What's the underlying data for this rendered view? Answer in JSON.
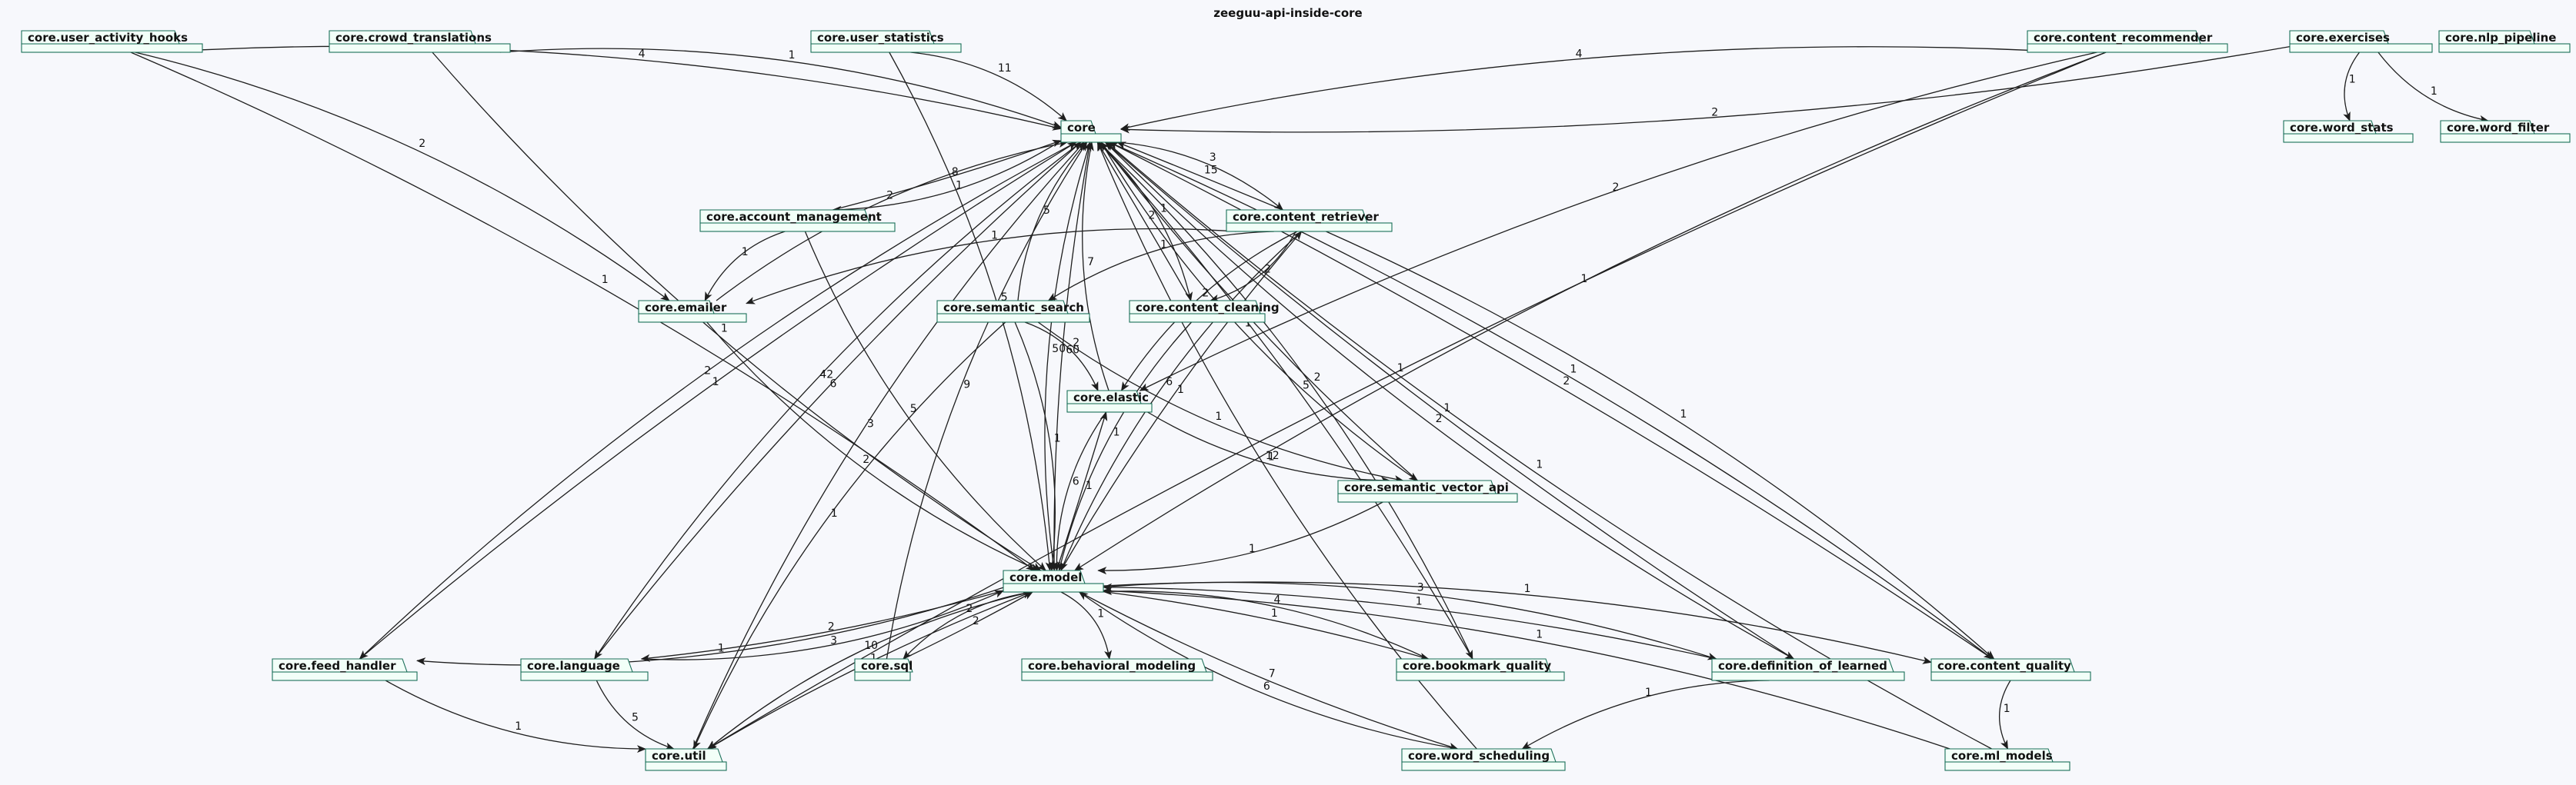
{
  "title": "zeeguu-api-inside-core",
  "packages": [
    {
      "id": "user_activity_hooks",
      "label": "core.user_activity_hooks"
    },
    {
      "id": "crowd_translations",
      "label": "core.crowd_translations"
    },
    {
      "id": "user_statistics",
      "label": "core.user_statistics"
    },
    {
      "id": "content_recommender",
      "label": "core.content_recommender"
    },
    {
      "id": "exercises",
      "label": "core.exercises"
    },
    {
      "id": "nlp_pipeline",
      "label": "core.nlp_pipeline"
    },
    {
      "id": "word_stats",
      "label": "core.word_stats"
    },
    {
      "id": "word_filter",
      "label": "core.word_filter"
    },
    {
      "id": "core",
      "label": "core"
    },
    {
      "id": "account_management",
      "label": "core.account_management"
    },
    {
      "id": "content_retriever",
      "label": "core.content_retriever"
    },
    {
      "id": "emailer",
      "label": "core.emailer"
    },
    {
      "id": "semantic_search",
      "label": "core.semantic_search"
    },
    {
      "id": "content_cleaning",
      "label": "core.content_cleaning"
    },
    {
      "id": "elastic",
      "label": "core.elastic"
    },
    {
      "id": "semantic_vector_api",
      "label": "core.semantic_vector_api"
    },
    {
      "id": "model",
      "label": "core.model"
    },
    {
      "id": "feed_handler",
      "label": "core.feed_handler"
    },
    {
      "id": "language",
      "label": "core.language"
    },
    {
      "id": "sql",
      "label": "core.sql"
    },
    {
      "id": "behavioral_modeling",
      "label": "core.behavioral_modeling"
    },
    {
      "id": "bookmark_quality",
      "label": "core.bookmark_quality"
    },
    {
      "id": "definition_of_learned",
      "label": "core.definition_of_learned"
    },
    {
      "id": "content_quality",
      "label": "core.content_quality"
    },
    {
      "id": "util",
      "label": "core.util"
    },
    {
      "id": "word_scheduling",
      "label": "core.word_scheduling"
    },
    {
      "id": "ml_models",
      "label": "core.ml_models"
    }
  ],
  "edges": [
    {
      "from": "user_activity_hooks",
      "to": "core",
      "label": "4"
    },
    {
      "from": "user_activity_hooks",
      "to": "emailer",
      "label": "2"
    },
    {
      "from": "user_activity_hooks",
      "to": "model",
      "label": "1"
    },
    {
      "from": "crowd_translations",
      "to": "core",
      "label": "1"
    },
    {
      "from": "crowd_translations",
      "to": "model",
      "label": "1"
    },
    {
      "from": "user_statistics",
      "to": "core",
      "label": "11"
    },
    {
      "from": "user_statistics",
      "to": "model",
      "label": "5"
    },
    {
      "from": "content_recommender",
      "to": "core",
      "label": "4"
    },
    {
      "from": "content_recommender",
      "to": "elastic",
      "label": "2"
    },
    {
      "from": "content_recommender",
      "to": "model",
      "label": "1"
    },
    {
      "from": "content_recommender",
      "to": "util",
      "label": "1"
    },
    {
      "from": "exercises",
      "to": "core",
      "label": "2"
    },
    {
      "from": "exercises",
      "to": "word_stats",
      "label": "1"
    },
    {
      "from": "exercises",
      "to": "word_filter",
      "label": "1"
    },
    {
      "from": "core",
      "to": "account_management",
      "label": "1"
    },
    {
      "from": "account_management",
      "to": "core",
      "label": "8"
    },
    {
      "from": "account_management",
      "to": "emailer",
      "label": "1"
    },
    {
      "from": "account_management",
      "to": "model",
      "label": "5"
    },
    {
      "from": "emailer",
      "to": "core",
      "label": "2"
    },
    {
      "from": "emailer",
      "to": "model",
      "label": "2"
    },
    {
      "from": "core",
      "to": "content_retriever",
      "label": "3"
    },
    {
      "from": "content_retriever",
      "to": "core",
      "label": "15"
    },
    {
      "from": "content_retriever",
      "to": "emailer",
      "label": "1"
    },
    {
      "from": "content_retriever",
      "to": "semantic_search",
      "label": "1"
    },
    {
      "from": "content_retriever",
      "to": "content_cleaning",
      "label": "2"
    },
    {
      "from": "content_retriever",
      "to": "elastic",
      "label": "2"
    },
    {
      "from": "content_retriever",
      "to": "model",
      "label": "6"
    },
    {
      "from": "content_retriever",
      "to": "content_quality",
      "label": "1"
    },
    {
      "from": "semantic_search",
      "to": "core",
      "label": "5"
    },
    {
      "from": "semantic_search",
      "to": "elastic",
      "label": "2"
    },
    {
      "from": "semantic_search",
      "to": "semantic_vector_api",
      "label": "1"
    },
    {
      "from": "semantic_search",
      "to": "model",
      "label": "1"
    },
    {
      "from": "semantic_search",
      "to": "util",
      "label": "1"
    },
    {
      "from": "core",
      "to": "content_cleaning",
      "label": "1"
    },
    {
      "from": "content_cleaning",
      "to": "core",
      "label": "2"
    },
    {
      "from": "content_cleaning",
      "to": "model",
      "label": "1"
    },
    {
      "from": "elastic",
      "to": "core",
      "label": "7"
    },
    {
      "from": "elastic",
      "to": "semantic_vector_api",
      "label": "1"
    },
    {
      "from": "elastic",
      "to": "model",
      "label": "6"
    },
    {
      "from": "model",
      "to": "elastic",
      "label": "1"
    },
    {
      "from": "core",
      "to": "semantic_vector_api",
      "label": "1"
    },
    {
      "from": "semantic_vector_api",
      "to": "core",
      "label": "1"
    },
    {
      "from": "semantic_vector_api",
      "to": "model",
      "label": "1"
    },
    {
      "from": "model",
      "to": "core",
      "label": "50"
    },
    {
      "from": "core",
      "to": "model",
      "label": "60"
    },
    {
      "from": "model",
      "to": "content_retriever",
      "label": "1"
    },
    {
      "from": "core",
      "to": "feed_handler",
      "label": "2"
    },
    {
      "from": "feed_handler",
      "to": "core",
      "label": "1"
    },
    {
      "from": "feed_handler",
      "to": "util",
      "label": "1"
    },
    {
      "from": "model",
      "to": "feed_handler",
      "label": "1"
    },
    {
      "from": "core",
      "to": "language",
      "label": "42"
    },
    {
      "from": "language",
      "to": "core",
      "label": "6"
    },
    {
      "from": "language",
      "to": "model",
      "label": "3"
    },
    {
      "from": "model",
      "to": "language",
      "label": "2"
    },
    {
      "from": "language",
      "to": "util",
      "label": "5"
    },
    {
      "from": "sql",
      "to": "core",
      "label": "9"
    },
    {
      "from": "model",
      "to": "sql",
      "label": "2"
    },
    {
      "from": "sql",
      "to": "model",
      "label": "2"
    },
    {
      "from": "model",
      "to": "behavioral_modeling",
      "label": "1"
    },
    {
      "from": "util",
      "to": "core",
      "label": "3"
    },
    {
      "from": "model",
      "to": "util",
      "label": "10"
    },
    {
      "from": "util",
      "to": "model",
      "label": "1"
    },
    {
      "from": "core",
      "to": "bookmark_quality",
      "label": "2"
    },
    {
      "from": "bookmark_quality",
      "to": "core",
      "label": "5"
    },
    {
      "from": "bookmark_quality",
      "to": "model",
      "label": "4"
    },
    {
      "from": "model",
      "to": "bookmark_quality",
      "label": "1"
    },
    {
      "from": "core",
      "to": "definition_of_learned",
      "label": "2"
    },
    {
      "from": "definition_of_learned",
      "to": "core",
      "label": "1"
    },
    {
      "from": "model",
      "to": "definition_of_learned",
      "label": "3"
    },
    {
      "from": "definition_of_learned",
      "to": "model",
      "label": "1"
    },
    {
      "from": "definition_of_learned",
      "to": "word_scheduling",
      "label": "1"
    },
    {
      "from": "core",
      "to": "content_quality",
      "label": "1"
    },
    {
      "from": "content_quality",
      "to": "core",
      "label": "2"
    },
    {
      "from": "model",
      "to": "content_quality",
      "label": "1"
    },
    {
      "from": "content_quality",
      "to": "ml_models",
      "label": "1"
    },
    {
      "from": "word_scheduling",
      "to": "core",
      "label": "12"
    },
    {
      "from": "word_scheduling",
      "to": "model",
      "label": "6"
    },
    {
      "from": "model",
      "to": "word_scheduling",
      "label": "7"
    },
    {
      "from": "ml_models",
      "to": "core",
      "label": "1"
    },
    {
      "from": "ml_models",
      "to": "model",
      "label": "1"
    }
  ]
}
